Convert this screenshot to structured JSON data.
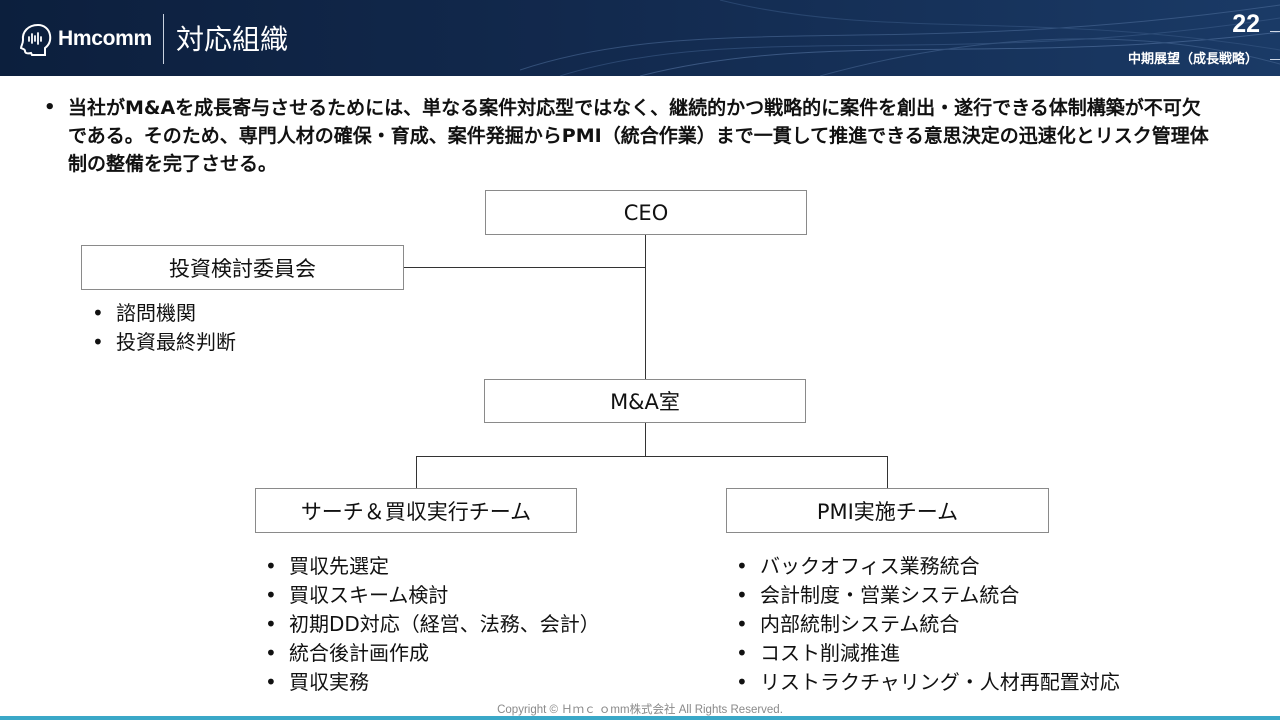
{
  "header": {
    "logo_text": "Hmcomm",
    "title": "対応組織",
    "page_number": "22",
    "section": "中期展望（成長戦略）",
    "logo_icon": "hmcomm-head-logo-icon"
  },
  "intro": {
    "bullet": "•",
    "text": "当社がM&Aを成長寄与させるためには、単なる案件対応型ではなく、継続的かつ戦略的に案件を創出・遂行できる体制構築が不可欠である。そのため、専門人材の確保・育成、案件発掘からPMI（統合作業）まで一貫して推進できる意思決定の迅速化とリスク管理体制の整備を完了させる。"
  },
  "org": {
    "ceo": "CEO",
    "committee": {
      "label": "投資検討委員会",
      "items": [
        "諮問機関",
        "投資最終判断"
      ]
    },
    "ma_office": "M&A室",
    "search_team": {
      "label": "サーチ＆買収実行チーム",
      "items": [
        "買収先選定",
        "買収スキーム検討",
        "初期DD対応（経営、法務、会計）",
        "統合後計画作成",
        "買収実務"
      ]
    },
    "pmi_team": {
      "label": "PMI実施チーム",
      "items": [
        "バックオフィス業務統合",
        "会計制度・営業システム統合",
        "内部統制システム統合",
        "コスト削減推進",
        "リストラクチャリング・人材再配置対応"
      ]
    }
  },
  "footer": {
    "copyright": "Copyright © Ｈｍｃ ｏmm株式会社 All Rights Reserved."
  },
  "colors": {
    "header_bg": "#12294d",
    "box_border": "#8a8a8a",
    "accent_bar": "#3aa8c8"
  }
}
